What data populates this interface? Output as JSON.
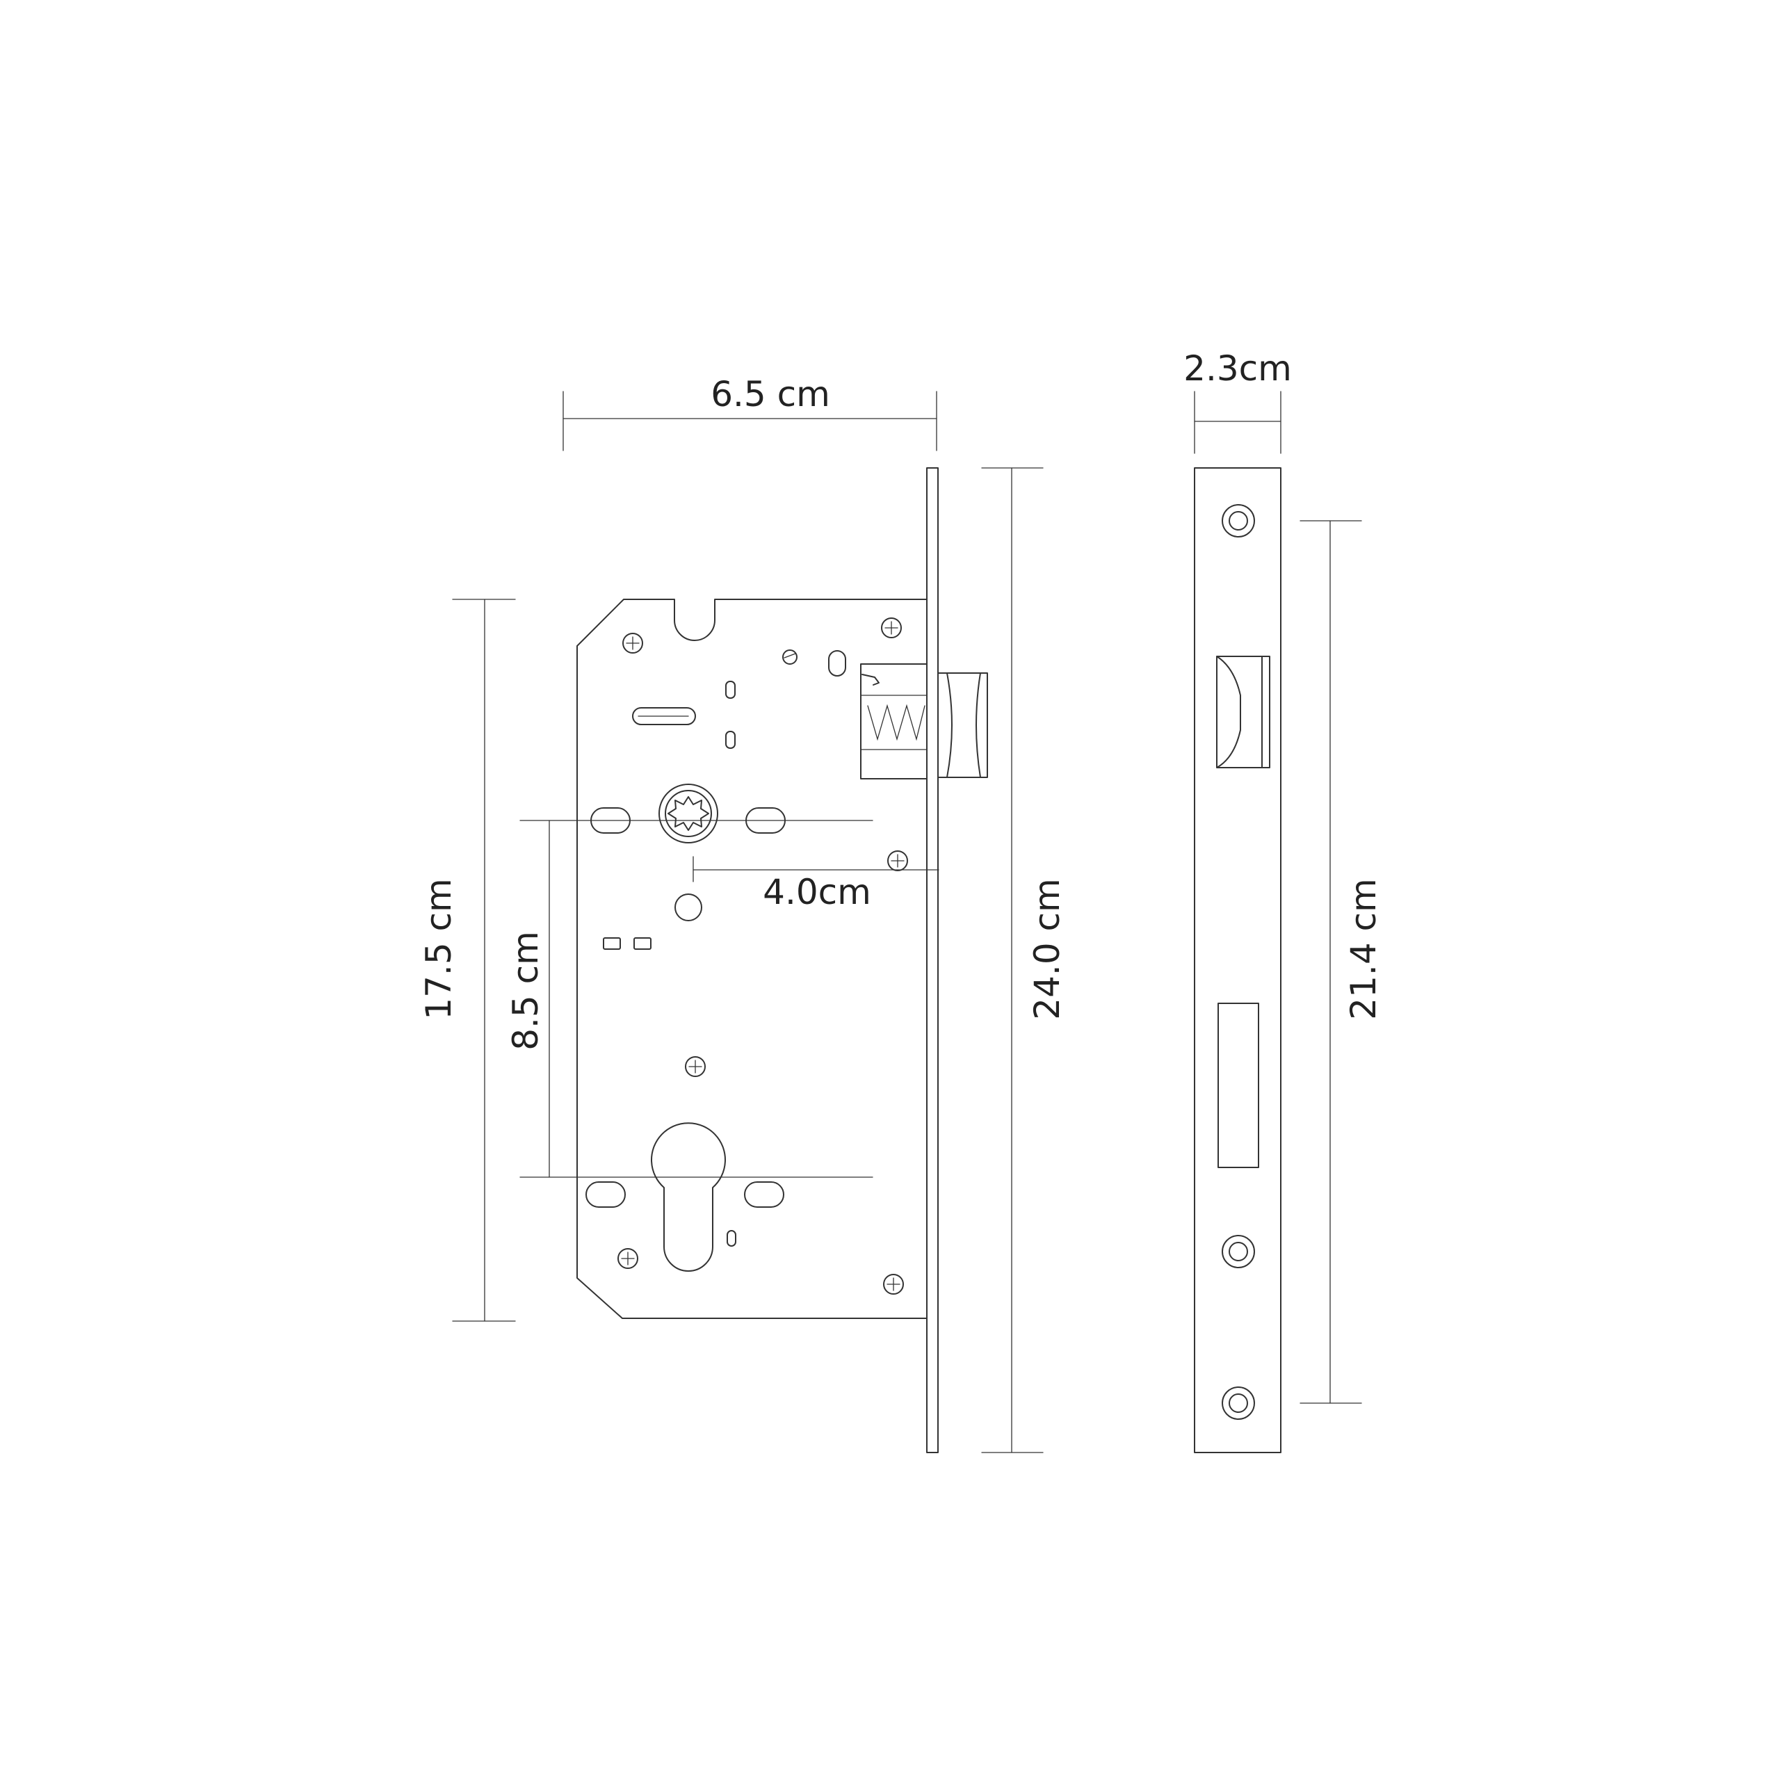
{
  "colors": {
    "line": "#333333",
    "text": "#222222",
    "background": "#ffffff"
  },
  "labels": {
    "body_width": "6.5 cm",
    "faceplate_thickness": "2.3cm",
    "body_height": "17.5 cm",
    "center_distance": "8.5 cm",
    "backset": "4.0cm",
    "faceplate_length": "24.0 cm",
    "screw_spacing": "21.4 cm"
  },
  "icons": {
    "screw": "phillips-screw-icon",
    "spindle": "star-spindle-icon",
    "cylinder": "euro-cylinder-hole-icon"
  }
}
